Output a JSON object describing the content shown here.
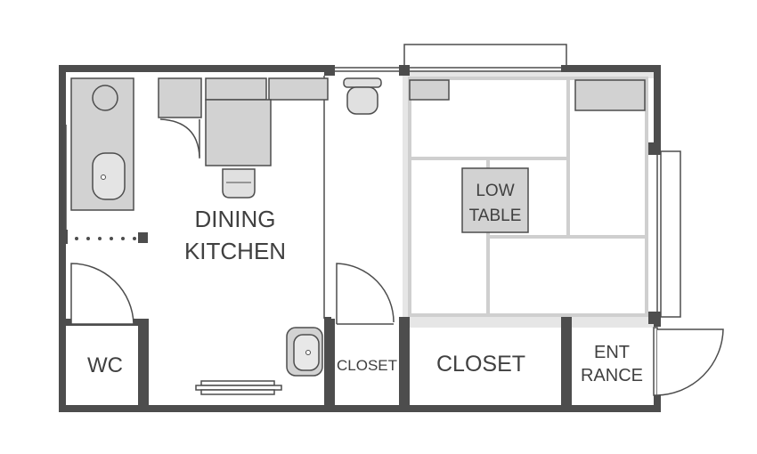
{
  "floorplan": {
    "labels": {
      "dining_kitchen_line1": "DINING",
      "dining_kitchen_line2": "KITCHEN",
      "low_table_line1": "LOW",
      "low_table_line2": "TABLE",
      "wc": "WC",
      "closet_small": "CLOSET",
      "closet_large": "CLOSET",
      "entrance_line1": "ENT",
      "entrance_line2": "RANCE"
    },
    "colors": {
      "wall": "#4d4d4d",
      "furniture": "#d2d2d2",
      "tatami_border": "#cccccc",
      "background": "#ffffff"
    }
  }
}
